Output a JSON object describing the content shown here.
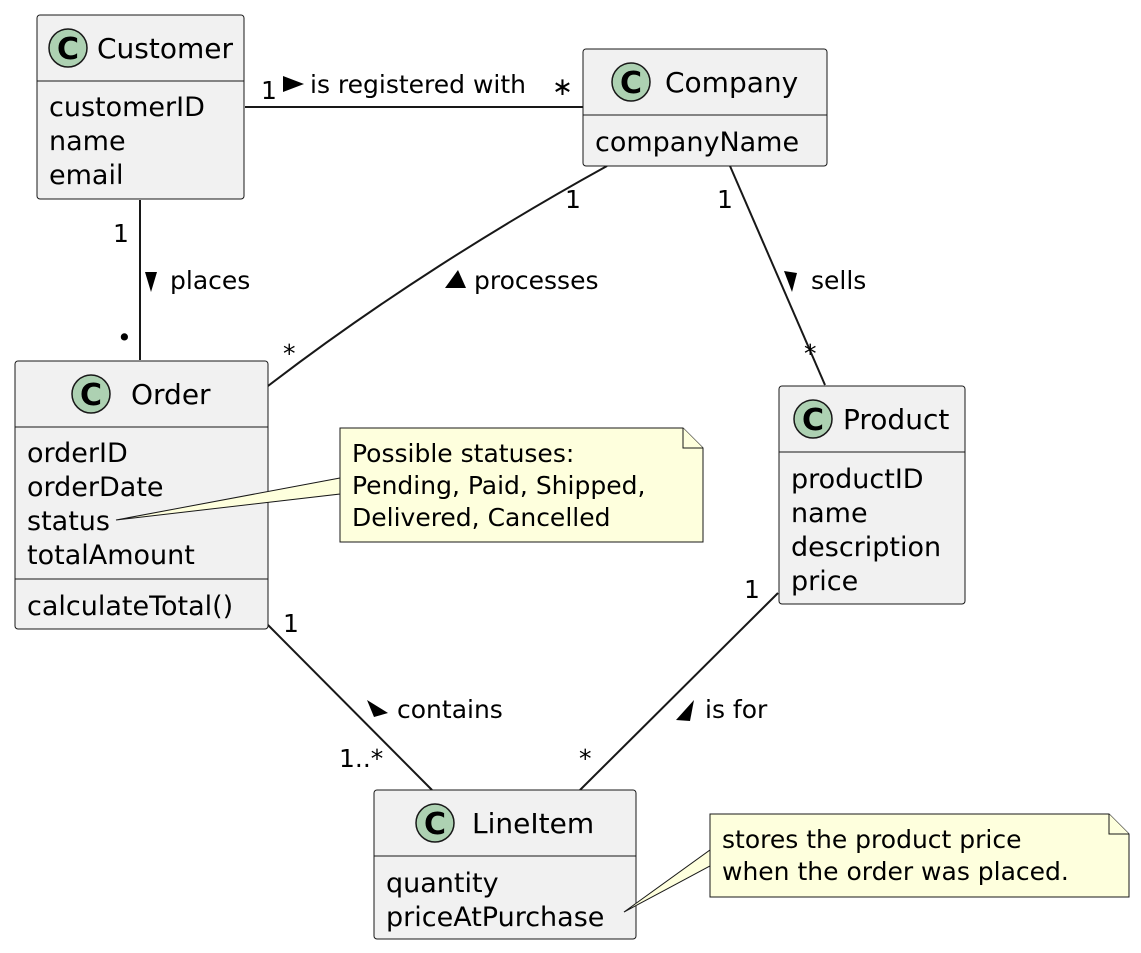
{
  "classes": {
    "customer": {
      "stereotype": "C",
      "name": "Customer",
      "attributes": [
        "customerID",
        "name",
        "email"
      ]
    },
    "company": {
      "stereotype": "C",
      "name": "Company",
      "attributes": [
        "companyName"
      ]
    },
    "order": {
      "stereotype": "C",
      "name": "Order",
      "attributes": [
        "orderID",
        "orderDate",
        "status",
        "totalAmount"
      ],
      "methods": [
        "calculateTotal()"
      ]
    },
    "product": {
      "stereotype": "C",
      "name": "Product",
      "attributes": [
        "productID",
        "name",
        "description",
        "price"
      ]
    },
    "lineitem": {
      "stereotype": "C",
      "name": "LineItem",
      "attributes": [
        "quantity",
        "priceAtPurchase"
      ]
    }
  },
  "associations": {
    "registered": {
      "label": "is registered with",
      "from_mult": "1",
      "to_mult": "∗"
    },
    "places": {
      "label": "places",
      "from_mult": "1",
      "to_mult": "•"
    },
    "processes": {
      "label": "processes",
      "from_mult": "1",
      "to_mult": "*"
    },
    "sells": {
      "label": "sells",
      "from_mult": "1",
      "to_mult": "*"
    },
    "contains": {
      "label": "contains",
      "from_mult": "1",
      "to_mult": "1..*"
    },
    "isfor": {
      "label": "is for",
      "from_mult": "1",
      "to_mult": "*"
    }
  },
  "notes": {
    "status_note": [
      "Possible statuses:",
      "Pending, Paid, Shipped,",
      "Delivered, Cancelled"
    ],
    "price_note": [
      "stores the product price",
      "when the order was placed."
    ]
  },
  "colors": {
    "class_fill": "#f1f1f1",
    "circle_fill": "#add1b2",
    "note_fill": "#feffdd",
    "stroke": "#181818"
  }
}
